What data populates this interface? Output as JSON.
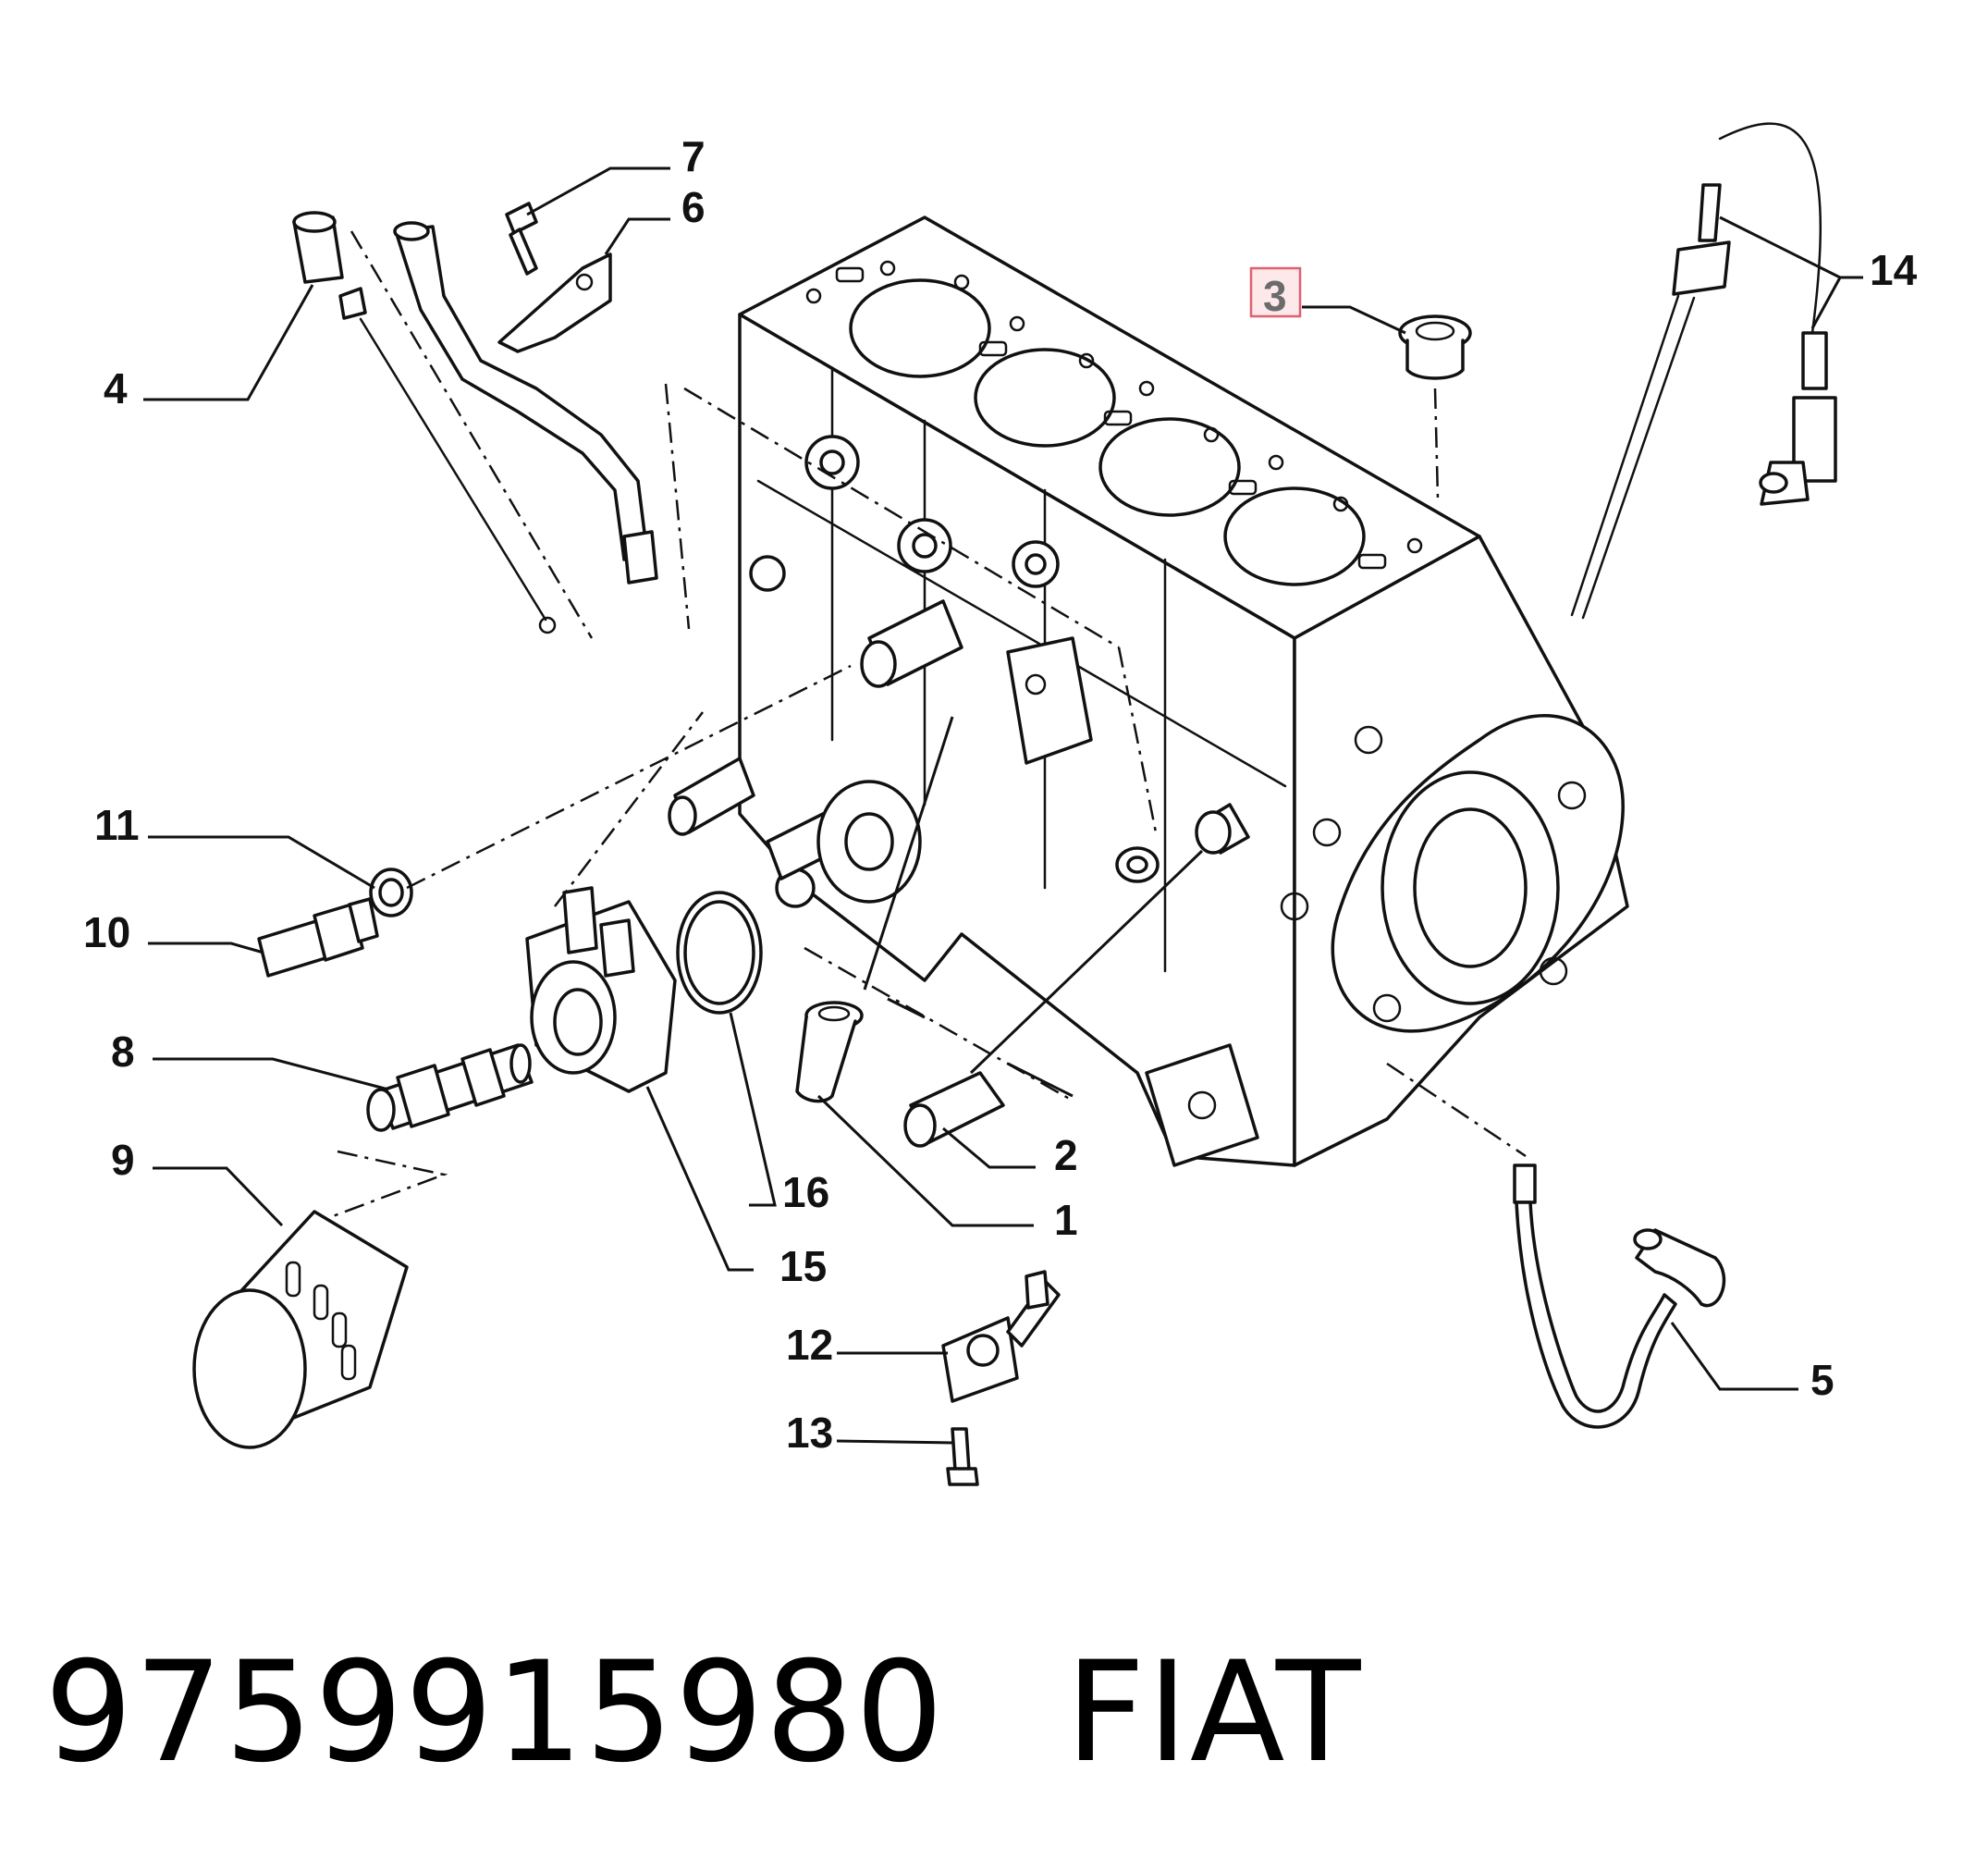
{
  "callouts": {
    "c1": "1",
    "c2": "2",
    "c3": "3",
    "c4": "4",
    "c5": "5",
    "c6": "6",
    "c7": "7",
    "c8": "8",
    "c9": "9",
    "c10": "10",
    "c11": "11",
    "c12": "12",
    "c13": "13",
    "c14": "14",
    "c15": "15",
    "c16": "16"
  },
  "highlight": {
    "callout": "3",
    "color": "#e06070"
  },
  "footer": {
    "part_number": "9759915980",
    "brand": "FIAT"
  }
}
